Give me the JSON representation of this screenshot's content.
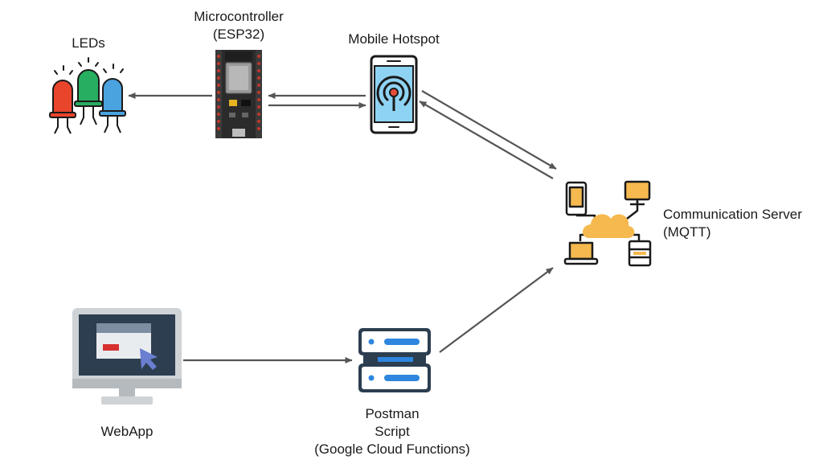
{
  "nodes": {
    "leds": {
      "label": "LEDs"
    },
    "microcontroller": {
      "label_line1": "Microcontroller",
      "label_line2": "(ESP32)"
    },
    "hotspot": {
      "label": "Mobile Hotspot"
    },
    "server": {
      "label_line1": "Communication Server",
      "label_line2": "(MQTT)"
    },
    "webapp": {
      "label": "WebApp"
    },
    "postman": {
      "label_line1": "Postman",
      "label_line2": "Script",
      "label_line3": "(Google Cloud Functions)"
    }
  },
  "colors": {
    "arrow": "#555555",
    "led_red": "#e8452c",
    "led_green": "#27ae60",
    "led_blue": "#4aa3df",
    "board": "#2b2b2b",
    "board_edge": "#c0392b",
    "chip": "#444444",
    "phone_screen": "#8fd3f4",
    "phone_outline": "#1a1a1a",
    "signal_red": "#e74c3c",
    "cloud": "#f5b94f",
    "monitor_body": "#cfd3d6",
    "monitor_screen": "#2c3e50",
    "window_bar": "#7d8ea3",
    "window_body": "#e9ecef",
    "window_btn": "#d63031",
    "cursor": "#6a7fd0",
    "server_dark": "#2c3e50",
    "server_blue": "#2e86de"
  },
  "icons": [
    "led-icons",
    "esp32-board-icon",
    "smartphone-hotspot-icon",
    "cloud-network-icon",
    "desktop-monitor-icon",
    "server-stack-icon"
  ]
}
